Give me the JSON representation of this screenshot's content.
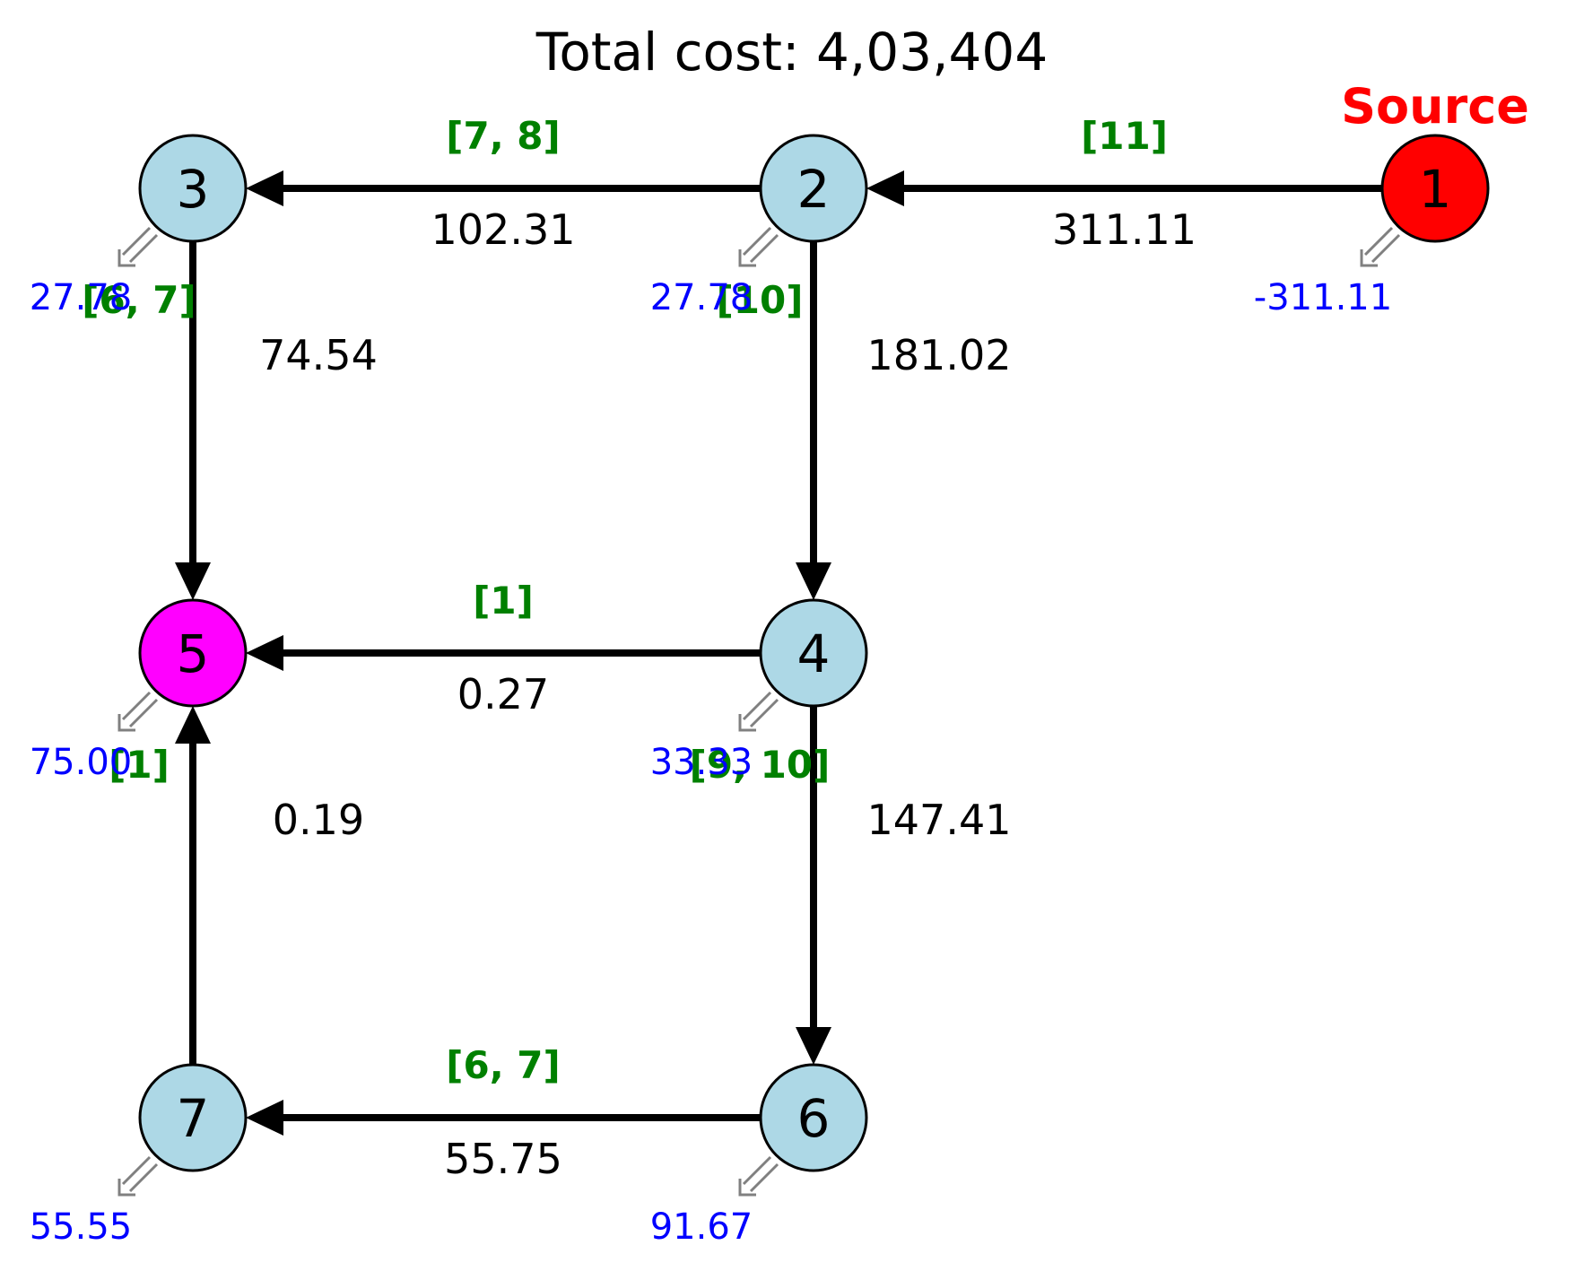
{
  "title": "Total cost: 4,03,404",
  "source_label": "Source",
  "colors": {
    "node_default": "#add8e6",
    "node_source": "#ff0000",
    "node_sink": "#ff00ff",
    "edge": "#000000",
    "capacity_text": "#008000",
    "demand_text": "#0000ff",
    "source_text": "#ff0000",
    "demand_arrow": "#808080"
  },
  "nodes": [
    {
      "id": "1",
      "label": "1",
      "demand": "-311.11",
      "role": "source"
    },
    {
      "id": "2",
      "label": "2",
      "demand": "27.78",
      "role": "normal"
    },
    {
      "id": "3",
      "label": "3",
      "demand": "27.78",
      "role": "normal"
    },
    {
      "id": "4",
      "label": "4",
      "demand": "33.33",
      "role": "normal"
    },
    {
      "id": "5",
      "label": "5",
      "demand": "75.00",
      "role": "sink"
    },
    {
      "id": "6",
      "label": "6",
      "demand": "91.67",
      "role": "normal"
    },
    {
      "id": "7",
      "label": "7",
      "demand": "55.55",
      "role": "normal"
    }
  ],
  "edges": [
    {
      "from": "1",
      "to": "2",
      "capacity": "[11]",
      "flow": "311.11"
    },
    {
      "from": "2",
      "to": "3",
      "capacity": "[7, 8]",
      "flow": "102.31"
    },
    {
      "from": "2",
      "to": "4",
      "capacity": "[10]",
      "flow": "181.02"
    },
    {
      "from": "3",
      "to": "5",
      "capacity": "[6, 7]",
      "flow": "74.54"
    },
    {
      "from": "4",
      "to": "5",
      "capacity": "[1]",
      "flow": "0.27"
    },
    {
      "from": "4",
      "to": "6",
      "capacity": "[9, 10]",
      "flow": "147.41"
    },
    {
      "from": "6",
      "to": "7",
      "capacity": "[6, 7]",
      "flow": "55.75"
    },
    {
      "from": "7",
      "to": "5",
      "capacity": "[1]",
      "flow": "0.19"
    }
  ]
}
